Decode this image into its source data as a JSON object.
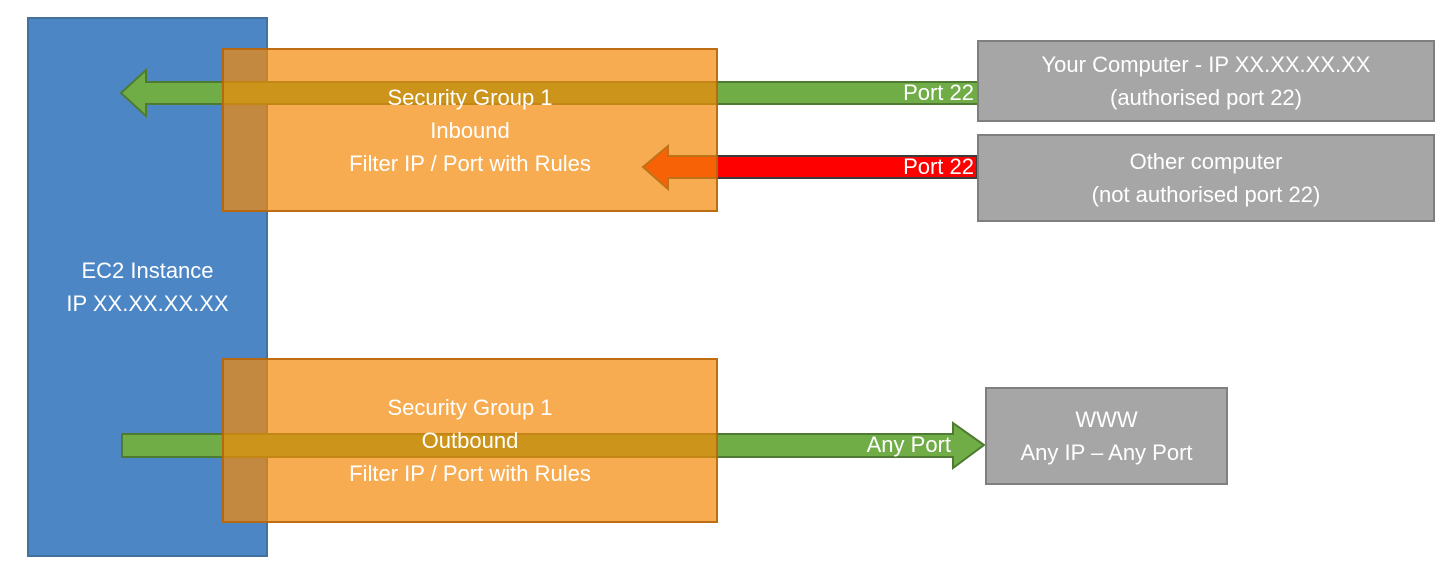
{
  "nodes": {
    "ec2_instance": {
      "line1": "EC2 Instance",
      "line2": "IP XX.XX.XX.XX"
    },
    "security_group_inbound": {
      "line1": "Security Group 1",
      "line2": "Inbound",
      "line3": "Filter IP / Port with Rules"
    },
    "security_group_outbound": {
      "line1": "Security Group 1",
      "line2": "Outbound",
      "line3": "Filter IP / Port with Rules"
    },
    "your_computer": {
      "line1": "Your Computer - IP XX.XX.XX.XX",
      "line2": "(authorised port 22)"
    },
    "other_computer": {
      "line1": "Other computer",
      "line2": "(not authorised port 22)"
    },
    "www": {
      "line1": "WWW",
      "line2": "Any IP – Any Port"
    }
  },
  "arrows": {
    "inbound_allowed": {
      "label": "Port 22",
      "color": "#70AD47",
      "stroke": "#4E7B31",
      "direction": "left"
    },
    "inbound_blocked": {
      "label": "Port 22",
      "color": "#FF0000",
      "stroke": "#3B3B3B",
      "direction": "left"
    },
    "outbound_allowed": {
      "label": "Any Port",
      "color": "#70AD47",
      "stroke": "#4E7B31",
      "direction": "right"
    }
  },
  "colors": {
    "ec2_fill": "#4D86C5",
    "ec2_border": "#41719C",
    "security_group_fill": "#F48A0A",
    "gray_fill": "#A6A6A6",
    "gray_border": "#7F7F7F",
    "allowed_green": "#70AD47",
    "blocked_red": "#FF0000",
    "text": "#FFFFFF"
  }
}
